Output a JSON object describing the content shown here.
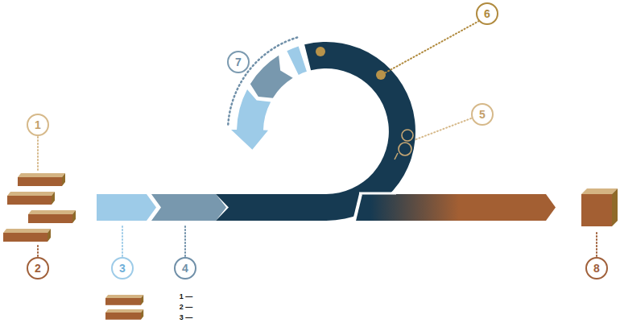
{
  "diagram": {
    "labels": [
      "1",
      "2",
      "3",
      "4",
      "5",
      "6",
      "7",
      "8",
      "1 —",
      "2 —",
      "3 —"
    ]
  }
}
